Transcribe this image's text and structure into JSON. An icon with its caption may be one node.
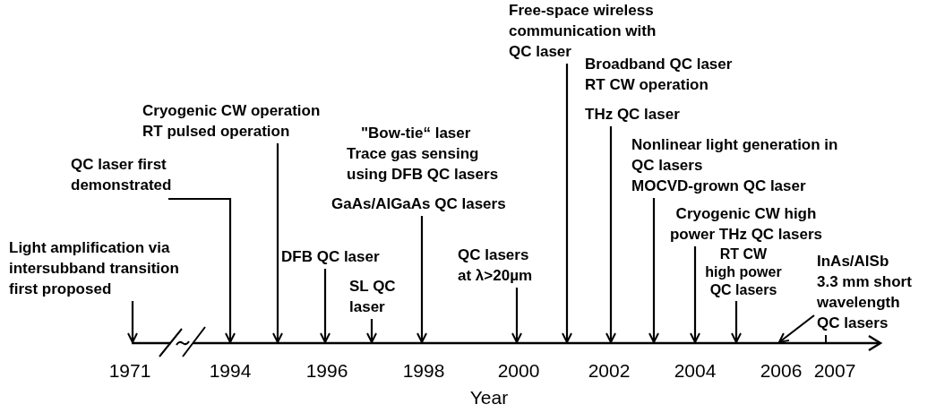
{
  "diagram": {
    "nodes": [
      {
        "text": [
          "Light amplification via intersubband transition first proposed"
        ]
      },
      {
        "text": [
          "QC laser first demonstrated"
        ]
      },
      {
        "text": [
          "Cryogenic CW operation",
          "RT pulsed operation"
        ]
      },
      {
        "text": [
          "DFB QC laser"
        ]
      },
      {
        "text": [
          "SL QC laser"
        ]
      },
      {
        "text": [
          "\"Bow-tie“ laser",
          "Trace gas sensing using DFB QC lasers",
          "GaAs/AlGaAs QC lasers"
        ]
      },
      {
        "text": [
          "QC lasers at λ>20µm"
        ]
      },
      {
        "text": [
          "Free-space wireless communication with QC laser"
        ]
      },
      {
        "text": [
          "Broadband QC laser",
          "RT CW operation",
          "THz QC laser"
        ]
      },
      {
        "text": [
          "Nonlinear light generation in QC lasers",
          "MOCVD-grown QC laser"
        ]
      },
      {
        "text": [
          "Cryogenic CW high power THz QC lasers"
        ]
      },
      {
        "text": [
          "RT CW high power QC lasers"
        ]
      },
      {
        "text": [
          "InAs/AlSb",
          "3.3 mm short wavelength QC lasers"
        ]
      }
    ],
    "edges": [
      {
        "from": 0,
        "to": null,
        "arrow": "to"
      },
      {
        "from": 1,
        "to": null,
        "arrow": "to"
      },
      {
        "from": 2,
        "to": null,
        "arrow": "to"
      },
      {
        "from": 3,
        "to": null,
        "arrow": "to"
      },
      {
        "from": 4,
        "to": null,
        "arrow": "to"
      },
      {
        "from": 5,
        "to": null,
        "arrow": "to"
      },
      {
        "from": 6,
        "to": null,
        "arrow": "to"
      },
      {
        "from": 7,
        "to": null,
        "arrow": "to"
      },
      {
        "from": 8,
        "to": null,
        "arrow": "to"
      },
      {
        "from": 9,
        "to": null,
        "arrow": "to"
      },
      {
        "from": 10,
        "to": null,
        "arrow": "to"
      },
      {
        "from": 11,
        "to": null,
        "arrow": "to"
      },
      {
        "from": 12,
        "to": null,
        "arrow": "to"
      }
    ],
    "labels": [
      "1971",
      "1994",
      "1996",
      "1998",
      "2000",
      "2002",
      "2004",
      "2006",
      "2007",
      "Year"
    ]
  }
}
